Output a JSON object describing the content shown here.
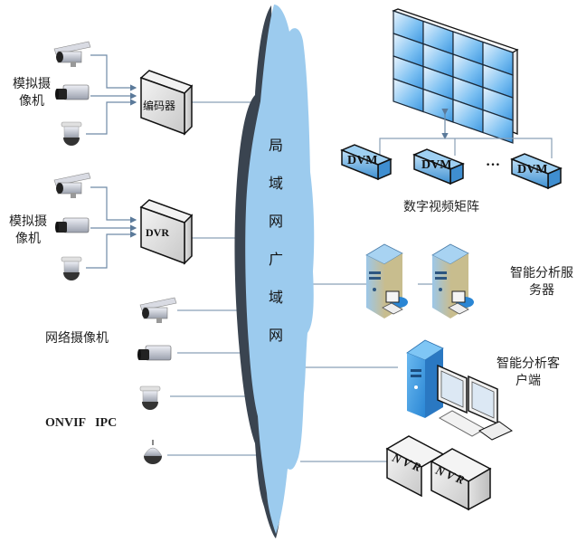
{
  "diagram": {
    "title": "视频监控网络架构",
    "network": {
      "label_chars": [
        "局",
        "域",
        "网",
        "广",
        "域",
        "网"
      ],
      "fill_color": "#9ccbee",
      "shadow_color": "#3a4450"
    },
    "left_groups": [
      {
        "label_lines": [
          "模拟摄",
          "像机"
        ],
        "device": "编码器",
        "cameras": [
          "bullet-camera",
          "box-camera",
          "dome-camera"
        ]
      },
      {
        "label_lines": [
          "模拟摄",
          "像机"
        ],
        "device": "DVR",
        "cameras": [
          "bullet-camera",
          "box-camera",
          "dome-camera"
        ]
      }
    ],
    "ip_cameras": {
      "label": "网络摄像机",
      "protocol_label": "ONVIF   IPC",
      "cameras": [
        "bullet-camera",
        "box-camera",
        "dome-camera",
        "speed-dome-camera"
      ]
    },
    "right_groups": {
      "matrix": {
        "label": "数字视频矩阵",
        "dvm_label": "DVM",
        "dvm_count_shown": 3,
        "ellipsis": "…",
        "video_wall": {
          "rows": 4,
          "cols": 4
        }
      },
      "servers": {
        "label_lines": [
          "智能分析服",
          "务器"
        ],
        "count": 2
      },
      "client": {
        "label_lines": [
          "智能分析客",
          "户端"
        ]
      },
      "nvr": {
        "label": "NVR",
        "count": 2
      }
    },
    "colors": {
      "line": "#7e97b0",
      "arrow": "#5b7a9a",
      "screen_blue": "#4aa0e6",
      "device_gray": "#d8d8d8"
    }
  }
}
